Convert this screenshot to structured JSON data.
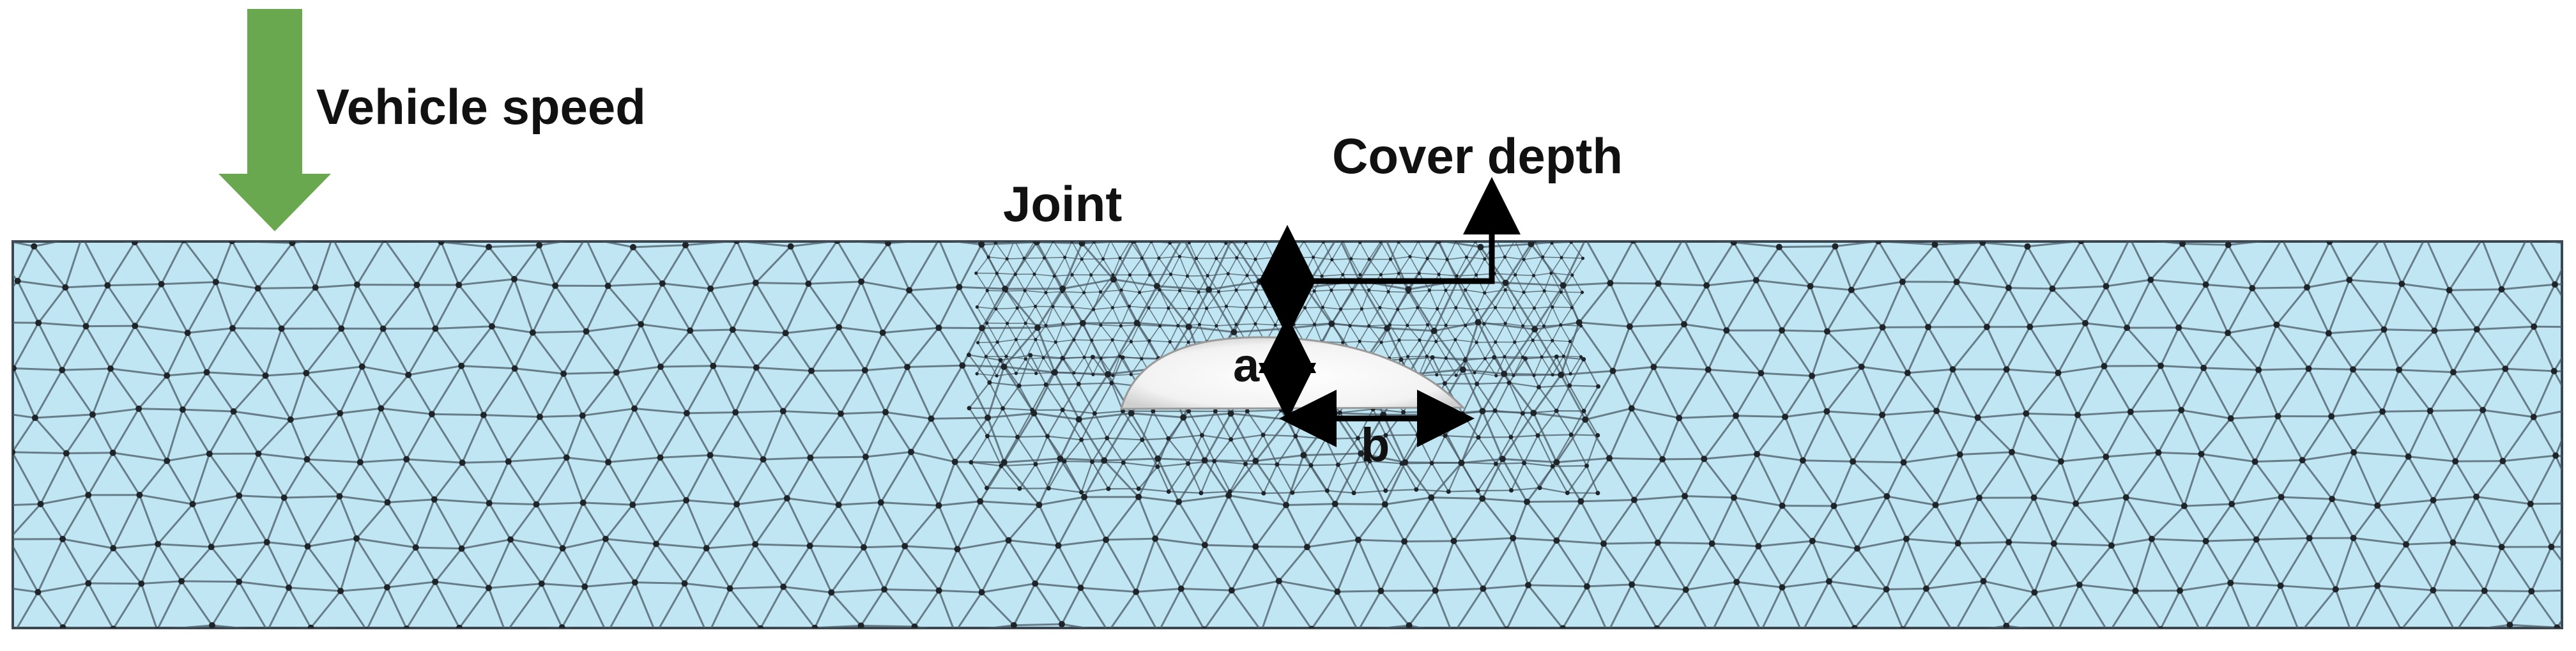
{
  "labels": {
    "vehicle_speed": "Vehicle speed",
    "joint": "Joint",
    "cover_depth": "Cover depth",
    "dim_a": "a",
    "dim_b": "b"
  },
  "colors": {
    "background": "#ffffff",
    "mesh_fill": "#bfe6f2",
    "mesh_line": "#4a5a66",
    "mesh_node": "#1e2428",
    "arrow_green": "#6aa84f",
    "annotation": "#000000",
    "crack": "#f4f4f4"
  },
  "icons": {
    "load_arrow": "down-arrow-icon",
    "dimension_arrow": "double-arrow-icon"
  }
}
